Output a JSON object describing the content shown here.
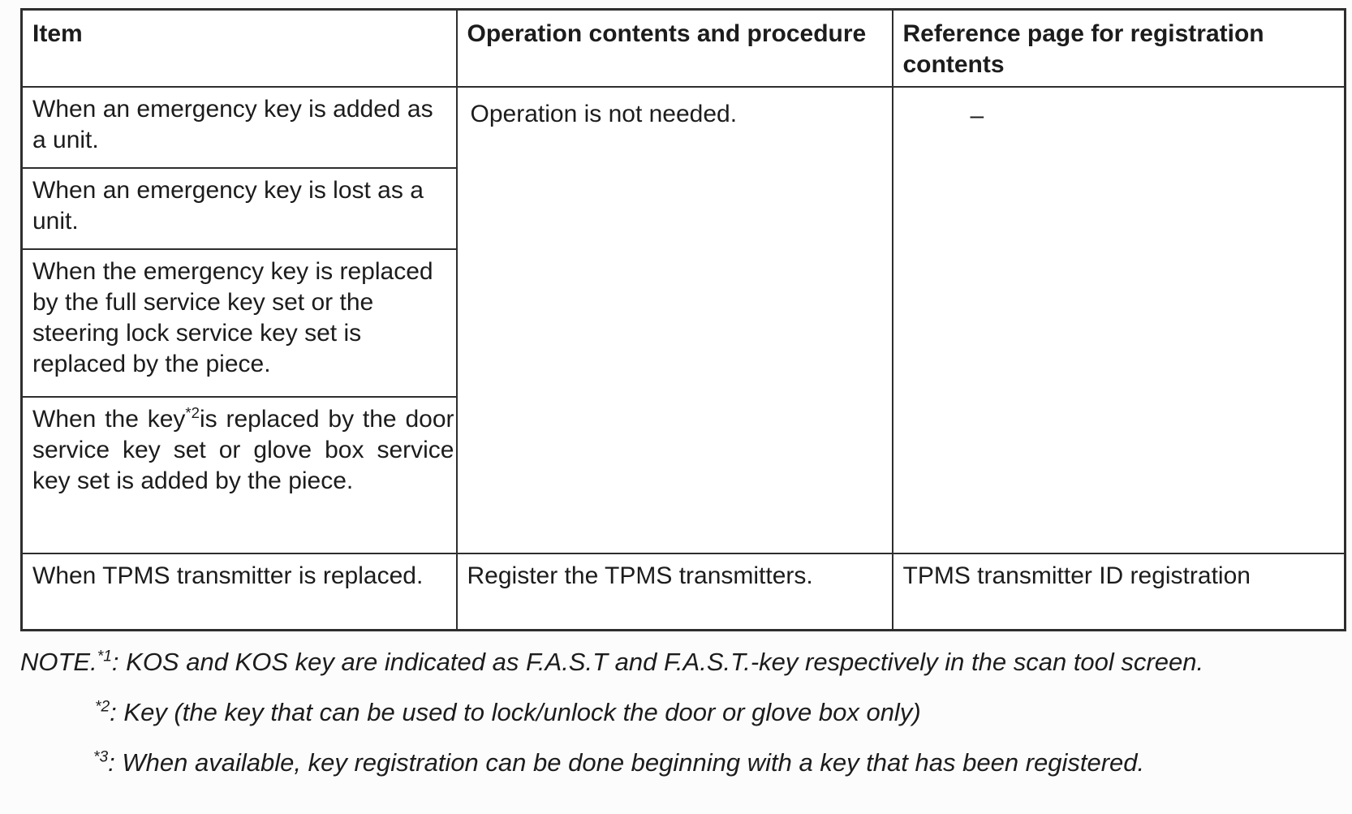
{
  "table": {
    "headers": [
      "Item",
      "Operation contents and procedure",
      "Reference page for registration contents"
    ],
    "merged": {
      "operation": "Operation is not needed.",
      "reference": "–"
    },
    "item_rows": [
      "When an emergency key is added as a unit.",
      "When an emergency key is lost as a unit.",
      "When the emergency key is replaced by the full service key set or the steering lock service key set is replaced by the piece.",
      {
        "pre": "When the key",
        "sup": "*2",
        "post": "is replaced by the door service key set or glove box service key set is added by the piece."
      }
    ],
    "tpms_row": {
      "item": "When TPMS transmitter is replaced.",
      "operation": "Register the TPMS transmitters.",
      "reference": "TPMS transmitter ID registration"
    }
  },
  "notes": {
    "label": "NOTE.",
    "items": [
      {
        "marker": "*1",
        "colon": ":",
        "text": "KOS and KOS key are indicated as F.A.S.T and F.A.S.T.-key respectively in the scan tool screen."
      },
      {
        "marker": "*2",
        "colon": ":",
        "text": "Key (the key that can be used to lock/unlock the door or glove box only)"
      },
      {
        "marker": "*3",
        "colon": ":",
        "text": "When available, key registration can be done beginning with a key that has been registered."
      }
    ]
  }
}
